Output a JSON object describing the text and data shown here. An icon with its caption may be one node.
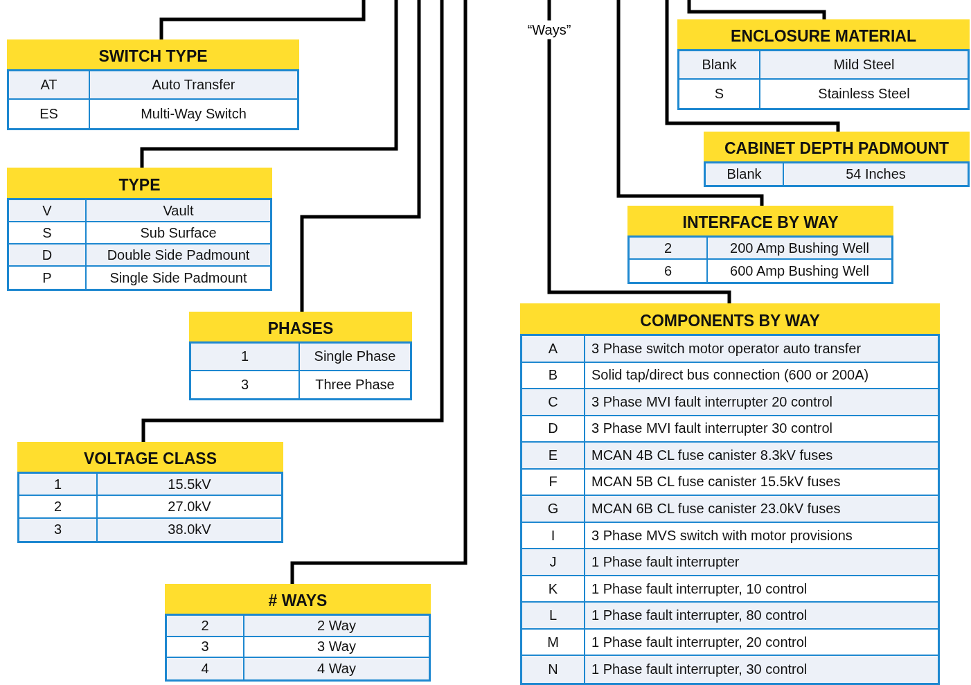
{
  "diagram": {
    "nodes": [
      {
        "text": [
          "SWITCH TYPE",
          "AT",
          "Auto Transfer",
          "ES",
          "Multi-Way Switch"
        ]
      },
      {
        "text": [
          "TYPE",
          "V",
          "Vault",
          "S",
          "Sub Surface",
          "D",
          "Double Side Padmount",
          "P",
          "Single Side Padmount"
        ]
      },
      {
        "text": [
          "PHASES",
          "1",
          "Single Phase",
          "3",
          "Three Phase"
        ]
      },
      {
        "text": [
          "VOLTAGE CLASS",
          "1",
          "15.5kV",
          "2",
          "27.0kV",
          "3",
          "38.0kV"
        ]
      },
      {
        "text": [
          "# WAYS",
          "2",
          "2 Way",
          "3",
          "3 Way",
          "4",
          "4 Way"
        ]
      },
      {
        "text": [
          "COMPONENTS BY WAY",
          "A",
          "3 Phase switch motor operator auto transfer",
          "B",
          "Solid tap/direct bus connection (600 or 200A)",
          "C",
          "3 Phase MVI fault interrupter 20 control",
          "D",
          "3 Phase MVI fault interrupter 30 control",
          "E",
          "MCAN 4B CL fuse canister 8.3kV fuses",
          "F",
          "MCAN 5B CL fuse canister 15.5kV fuses",
          "G",
          "MCAN 6B CL fuse canister 23.0kV fuses",
          "I",
          "3 Phase MVS switch with motor provisions",
          "J",
          "1 Phase fault interrupter",
          "K",
          "1 Phase fault interrupter, 10 control",
          "L",
          "1 Phase fault interrupter, 80 control",
          "M",
          "1 Phase fault interrupter, 20 control",
          "N",
          "1 Phase fault interrupter, 30 control"
        ]
      },
      {
        "text": [
          "INTERFACE BY WAY",
          "2",
          "200 Amp Bushing Well",
          "6",
          "600 Amp Bushing Well"
        ]
      },
      {
        "text": [
          "CABINET DEPTH PADMOUNT",
          "Blank",
          "54 Inches"
        ]
      },
      {
        "text": [
          "ENCLOSURE MATERIAL",
          "Blank",
          "Mild Steel",
          "S",
          "Stainless Steel"
        ]
      }
    ],
    "edges": [
      {
        "from": null,
        "to": 0,
        "arrow": "none"
      },
      {
        "from": null,
        "to": 1,
        "arrow": "none"
      },
      {
        "from": null,
        "to": 2,
        "arrow": "none"
      },
      {
        "from": null,
        "to": 3,
        "arrow": "none"
      },
      {
        "from": null,
        "to": 4,
        "arrow": "none"
      },
      {
        "from": null,
        "to": 5,
        "arrow": "none",
        "label": "“Ways”"
      },
      {
        "from": null,
        "to": 6,
        "arrow": "none"
      },
      {
        "from": null,
        "to": 7,
        "arrow": "none"
      },
      {
        "from": null,
        "to": 8,
        "arrow": "none"
      }
    ]
  }
}
